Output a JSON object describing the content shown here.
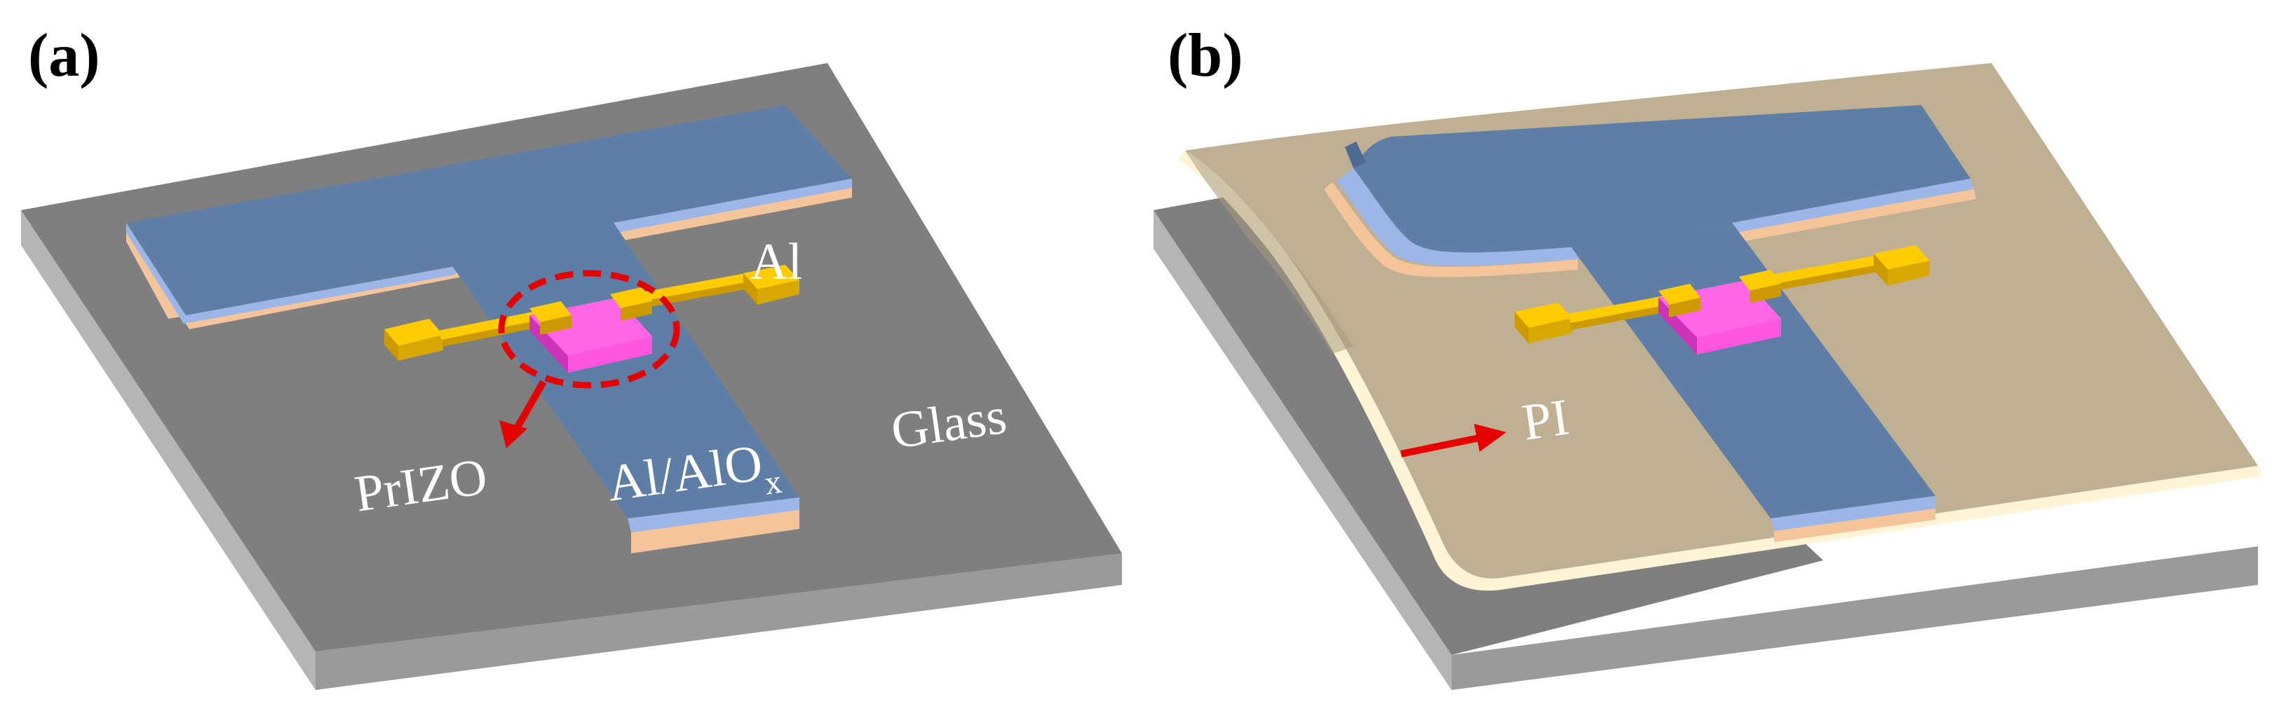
{
  "panel_a": {
    "tag": "(a)",
    "labels": {
      "channel": "PrIZO",
      "gate_main": "Al/AlO",
      "gate_sub": "x",
      "source_drain": "Al",
      "substrate": "Glass"
    }
  },
  "panel_b": {
    "tag": "(b)",
    "labels": {
      "substrate_film": "PI"
    }
  },
  "colors": {
    "glass_top": "#7f7f7f",
    "glass_front": "#999999",
    "glass_side": "#b8b8b8",
    "gate_blue": "#5f7ea6",
    "gate_light": "#9db6e8",
    "gate_peach": "#f4c49a",
    "electrode_gold": "#ffcc00",
    "electrode_dark": "#cc9a00",
    "channel_magenta": "#ff66e6",
    "channel_dark": "#cc33b8",
    "pi_film": "#bfb094",
    "pi_edge": "#fff5d6",
    "annotation_red": "#e60000"
  }
}
